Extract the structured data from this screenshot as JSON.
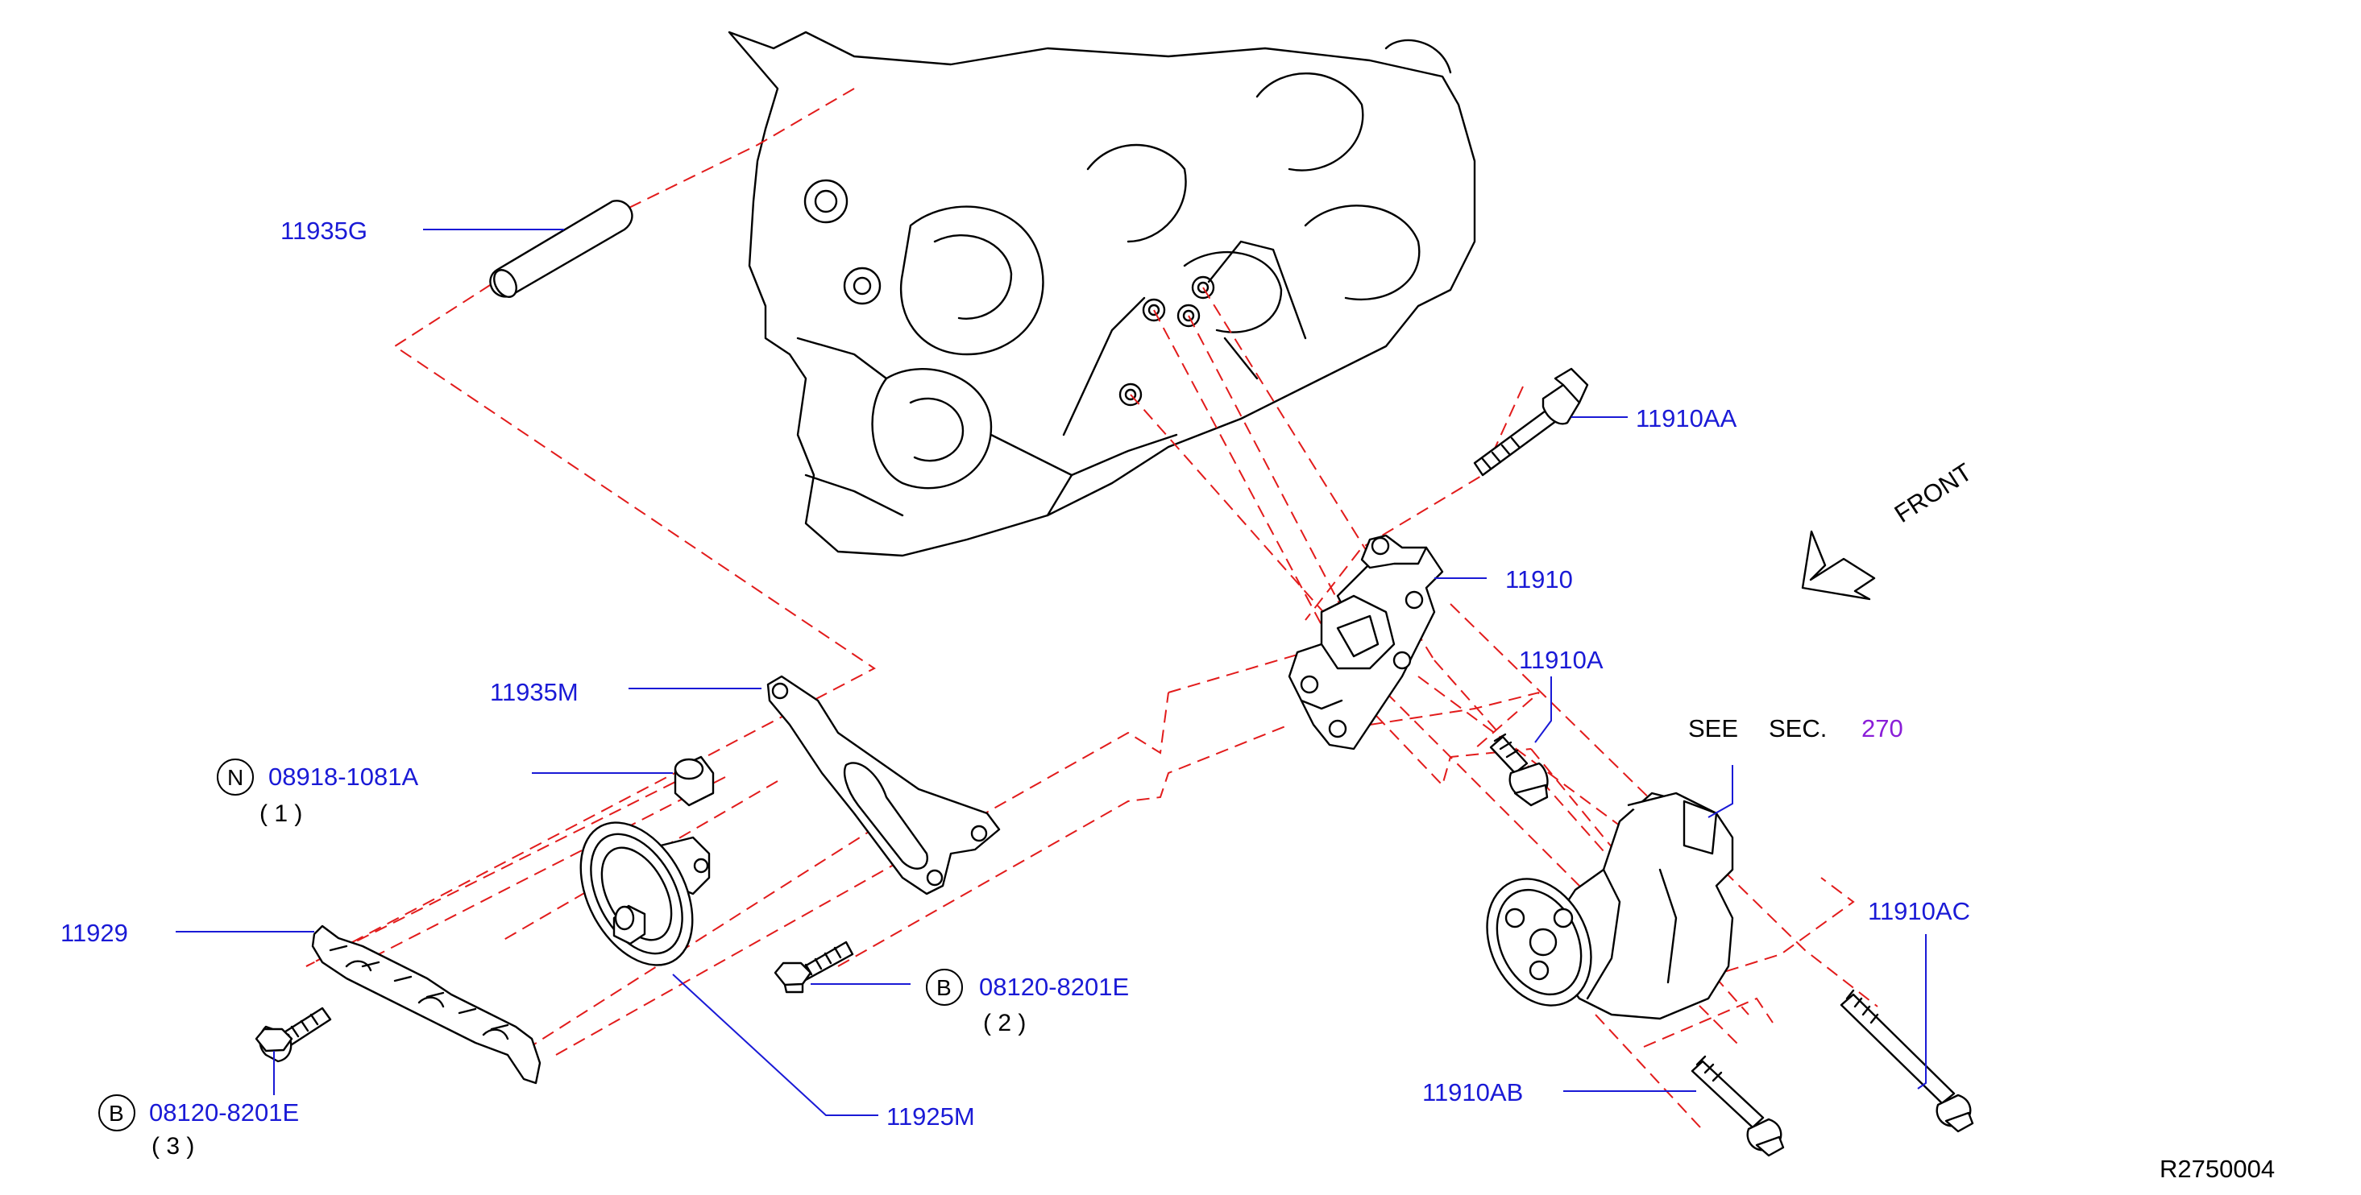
{
  "callouts": {
    "c_11935G": "11935G",
    "c_11910AA": "11910AA",
    "c_11910": "11910",
    "c_11910A": "11910A",
    "c_11935M": "11935M",
    "c_08918": "08918-1081A",
    "c_08918_qty": "( 1 )",
    "c_11929": "11929",
    "c_08120_a": "08120-8201E",
    "c_08120_a_qty": "( 2 )",
    "c_08120_b": "08120-8201E",
    "c_08120_b_qty": "( 3 )",
    "c_11925M": "11925M",
    "c_11910AC": "11910AC",
    "c_11910AB": "11910AB"
  },
  "prefixes": {
    "n_mark": "N",
    "b_mark_a": "B",
    "b_mark_b": "B"
  },
  "see_sec": {
    "see": "SEE",
    "sec": "SEC.",
    "number": "270"
  },
  "front_label": "FRONT",
  "diagram_code": "R2750004",
  "colors": {
    "callout_text": "#1a1ad6",
    "phantom_line": "#e21b1b",
    "section_ref": "#8a1ed8",
    "linework": "#000000"
  }
}
